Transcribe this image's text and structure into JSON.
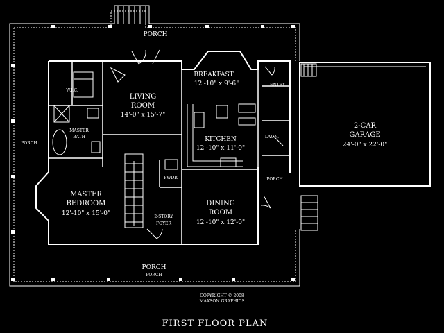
{
  "plan": {
    "title": "FIRST FLOOR PLAN",
    "copyright": [
      "COPYRIGHT © 2008",
      "MAXSON GRAPHICS"
    ],
    "rooms": {
      "porch_top": "PORCH",
      "porch_left": "PORCH",
      "porch_bottom": "PORCH",
      "porch_bottom_small": "PORCH",
      "porch_side": "PORCH",
      "wic": "W.I.C.",
      "master_bath": [
        "MASTER",
        "BATH"
      ],
      "living_room": [
        "LIVING",
        "ROOM",
        "14'-0\" x 15'-7\""
      ],
      "breakfast": [
        "BREAKFAST",
        "12'-10\" x 9'-6\""
      ],
      "kitchen": [
        "KITCHEN",
        "12'-10\" x 11'-0\""
      ],
      "entry": "ENTRY",
      "laun": "LAUN.",
      "garage": [
        "2-CAR",
        "GARAGE",
        "24'-0\" x 22'-0\""
      ],
      "pwdr": "PWDR",
      "master_bedroom": [
        "MASTER",
        "BEDROOM",
        "12'-10\" x 15'-0\""
      ],
      "foyer": [
        "2-STORY",
        "FOYER"
      ],
      "dining_room": [
        "DINING",
        "ROOM",
        "12'-10\" x 12'-0\""
      ]
    }
  }
}
